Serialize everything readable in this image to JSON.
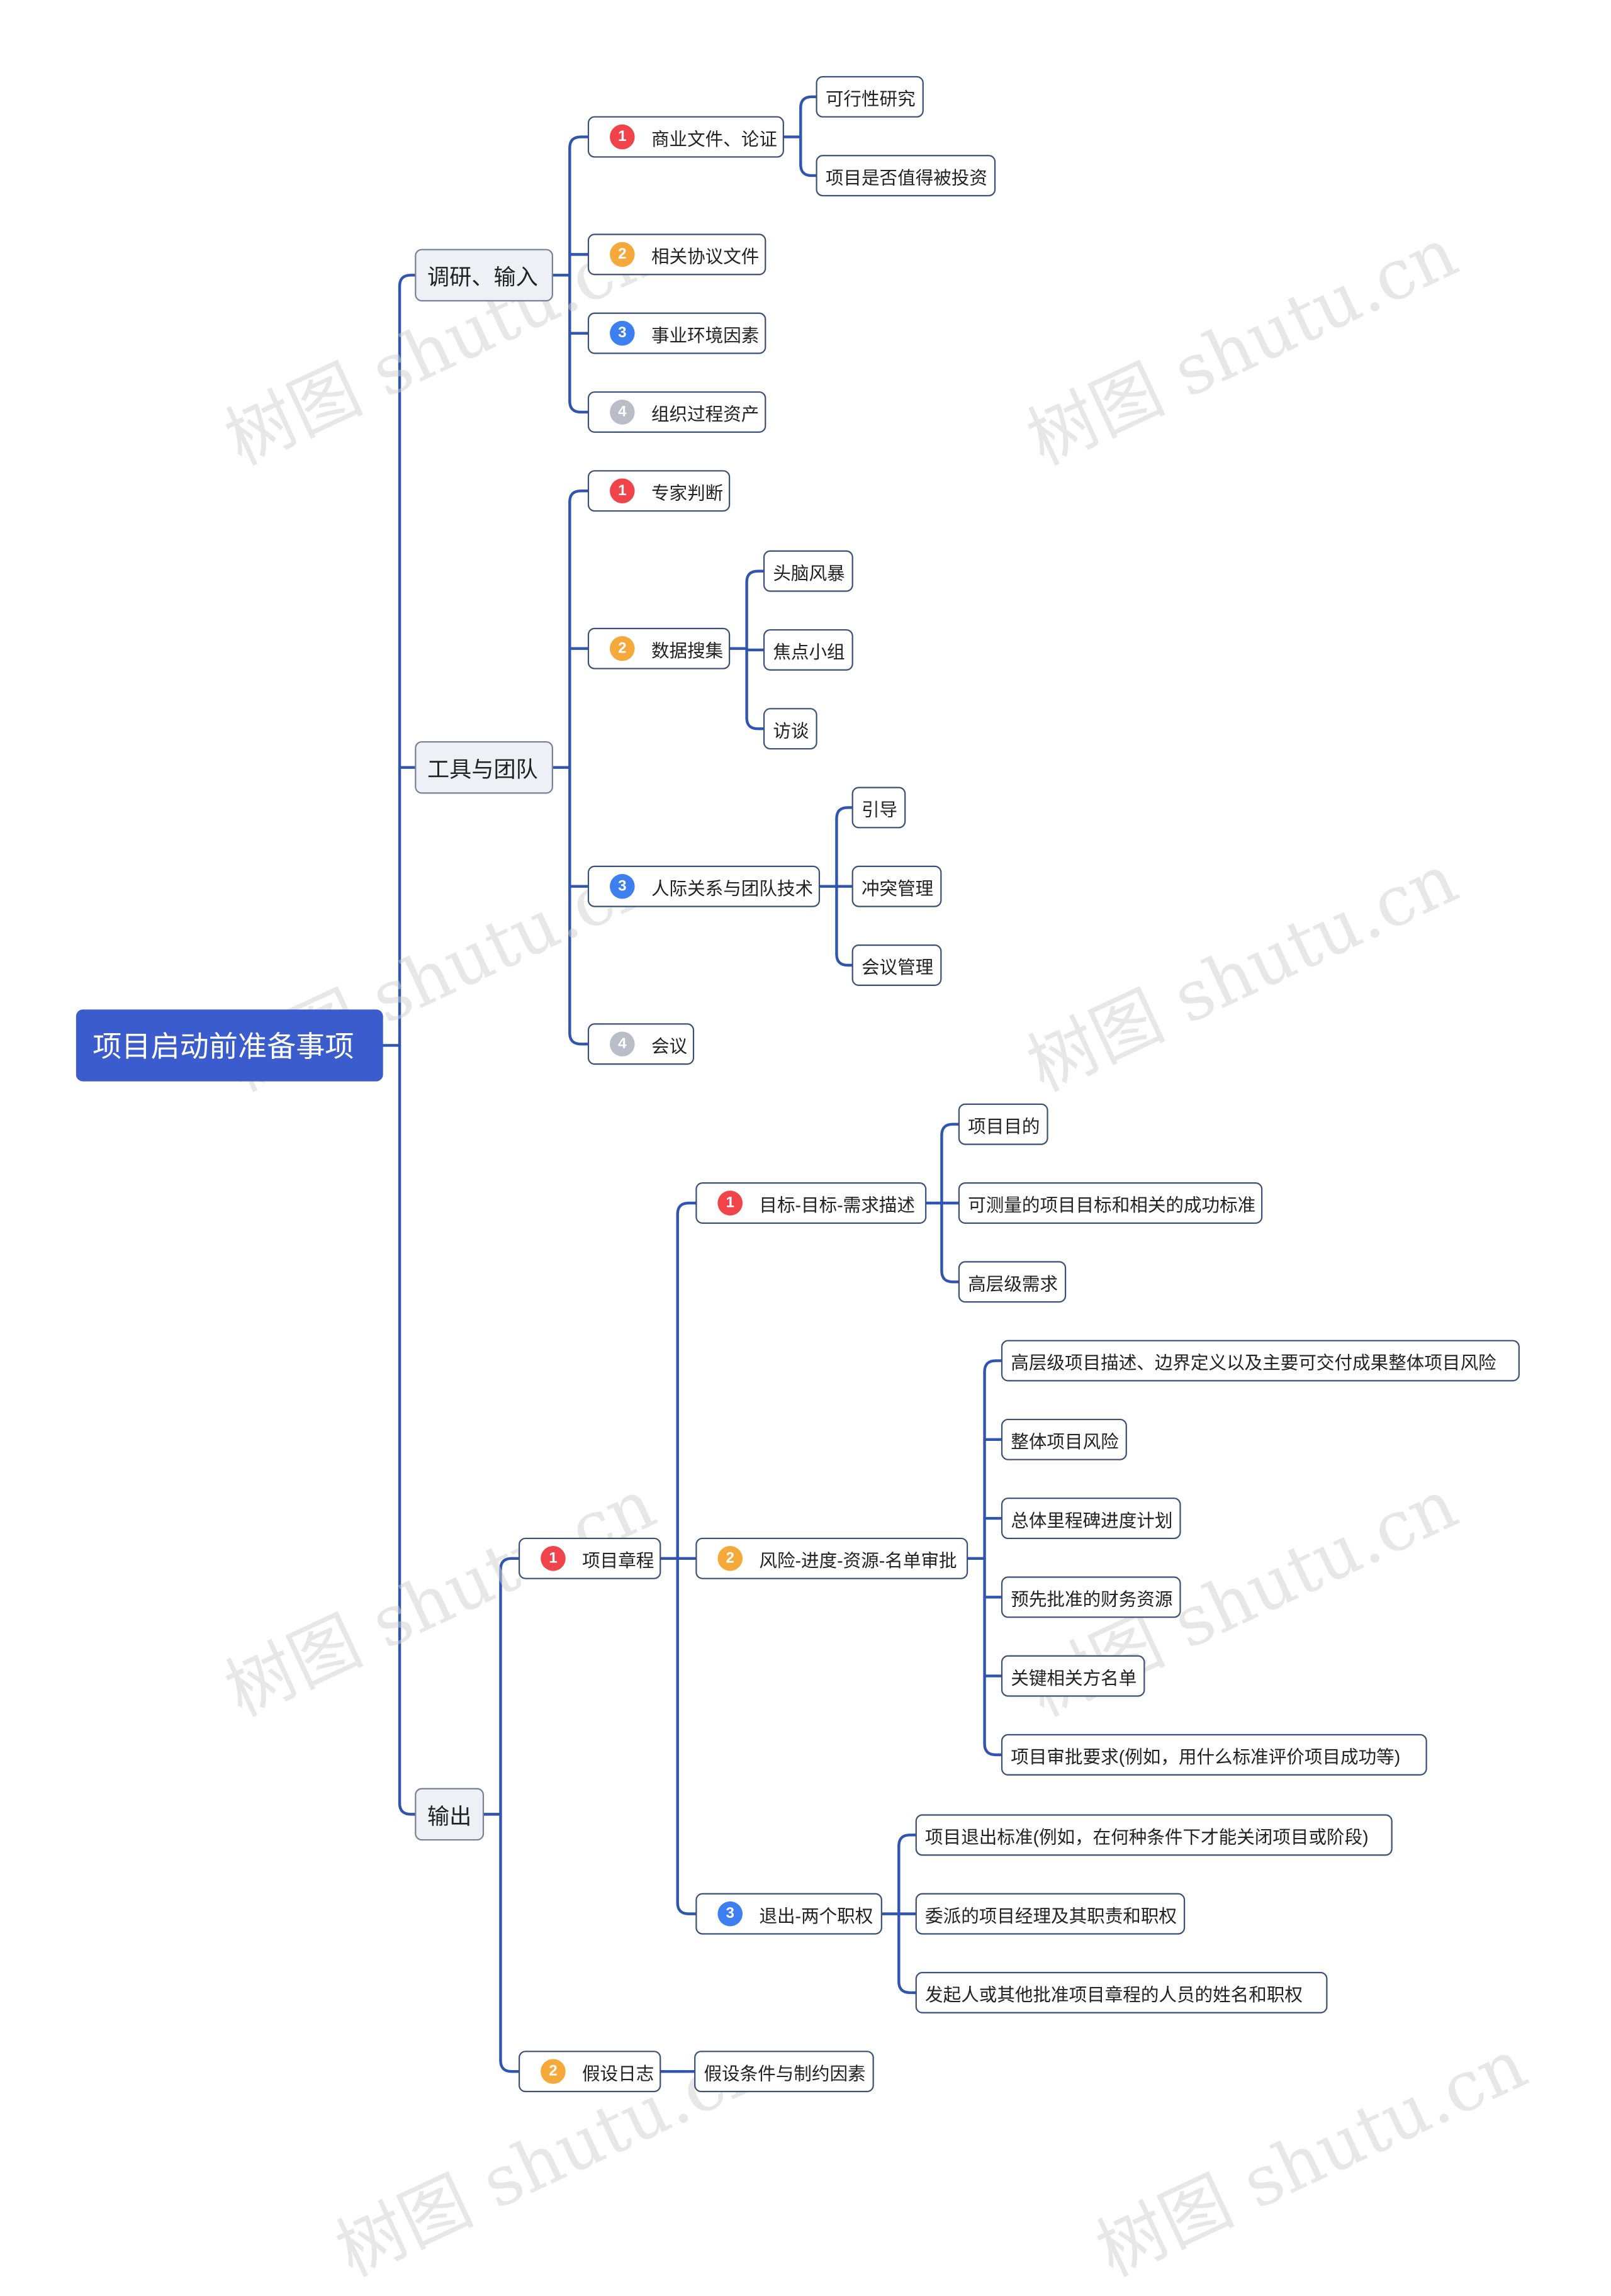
{
  "colors": {
    "line": "#2f55b0",
    "root": "#3a5ccc",
    "badge_1": "#f0444a",
    "badge_2": "#f5a93a",
    "badge_3": "#3d7ef0",
    "badge_4": "#b8bdc8"
  },
  "watermark": "树图 shutu.cn",
  "root": {
    "label": "项目启动前准备事项"
  },
  "branches": [
    {
      "label": "调研、输入",
      "children": [
        {
          "num": "1",
          "label": "商业文件、论证",
          "children": [
            {
              "label": "可行性研究"
            },
            {
              "label": "项目是否值得被投资"
            }
          ]
        },
        {
          "num": "2",
          "label": "相关协议文件"
        },
        {
          "num": "3",
          "label": "事业环境因素"
        },
        {
          "num": "4",
          "label": "组织过程资产"
        }
      ]
    },
    {
      "label": "工具与团队",
      "children": [
        {
          "num": "1",
          "label": "专家判断"
        },
        {
          "num": "2",
          "label": "数据搜集",
          "children": [
            {
              "label": "头脑风暴"
            },
            {
              "label": "焦点小组"
            },
            {
              "label": "访谈"
            }
          ]
        },
        {
          "num": "3",
          "label": "人际关系与团队技术",
          "children": [
            {
              "label": "引导"
            },
            {
              "label": "冲突管理"
            },
            {
              "label": "会议管理"
            }
          ]
        },
        {
          "num": "4",
          "label": "会议"
        }
      ]
    },
    {
      "label": "输出",
      "children": [
        {
          "num": "1",
          "label": "项目章程",
          "children": [
            {
              "num": "1",
              "label": "目标-目标-需求描述",
              "children": [
                {
                  "label": "项目目的"
                },
                {
                  "label": "可测量的项目目标和相关的成功标准"
                },
                {
                  "label": "高层级需求"
                }
              ]
            },
            {
              "num": "2",
              "label": "风险-进度-资源-名单审批",
              "children": [
                {
                  "label": "高层级项目描述、边界定义以及主要可交付成果整体项目风险"
                },
                {
                  "label": "整体项目风险"
                },
                {
                  "label": "总体里程碑进度计划"
                },
                {
                  "label": "预先批准的财务资源"
                },
                {
                  "label": "关键相关方名单"
                },
                {
                  "label": "项目审批要求(例如，用什么标准评价项目成功等)"
                }
              ]
            },
            {
              "num": "3",
              "label": "退出-两个职权",
              "children": [
                {
                  "label": "项目退出标准(例如，在何种条件下才能关闭项目或阶段)"
                },
                {
                  "label": "委派的项目经理及其职责和职权"
                },
                {
                  "label": "发起人或其他批准项目章程的人员的姓名和职权"
                }
              ]
            }
          ]
        },
        {
          "num": "2",
          "label": "假设日志",
          "children": [
            {
              "label": "假设条件与制约因素"
            }
          ]
        }
      ]
    }
  ]
}
